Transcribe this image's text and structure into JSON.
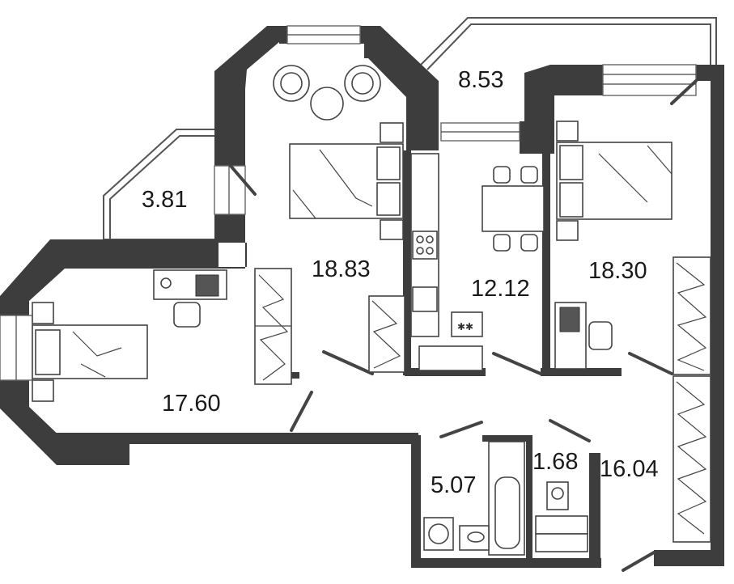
{
  "plan": {
    "rooms": [
      {
        "id": "loggia-small",
        "area": "3.81"
      },
      {
        "id": "bedroom-center",
        "area": "18.83"
      },
      {
        "id": "loggia-top",
        "area": "8.53"
      },
      {
        "id": "kitchen",
        "area": "12.12"
      },
      {
        "id": "bedroom-right",
        "area": "18.30"
      },
      {
        "id": "bedroom-left",
        "area": "17.60"
      },
      {
        "id": "bathroom",
        "area": "5.07"
      },
      {
        "id": "wc",
        "area": "1.68"
      },
      {
        "id": "hallway",
        "area": "16.04"
      }
    ],
    "colors": {
      "wall": "#3d3d3d",
      "line": "#444444",
      "background": "#ffffff"
    }
  }
}
